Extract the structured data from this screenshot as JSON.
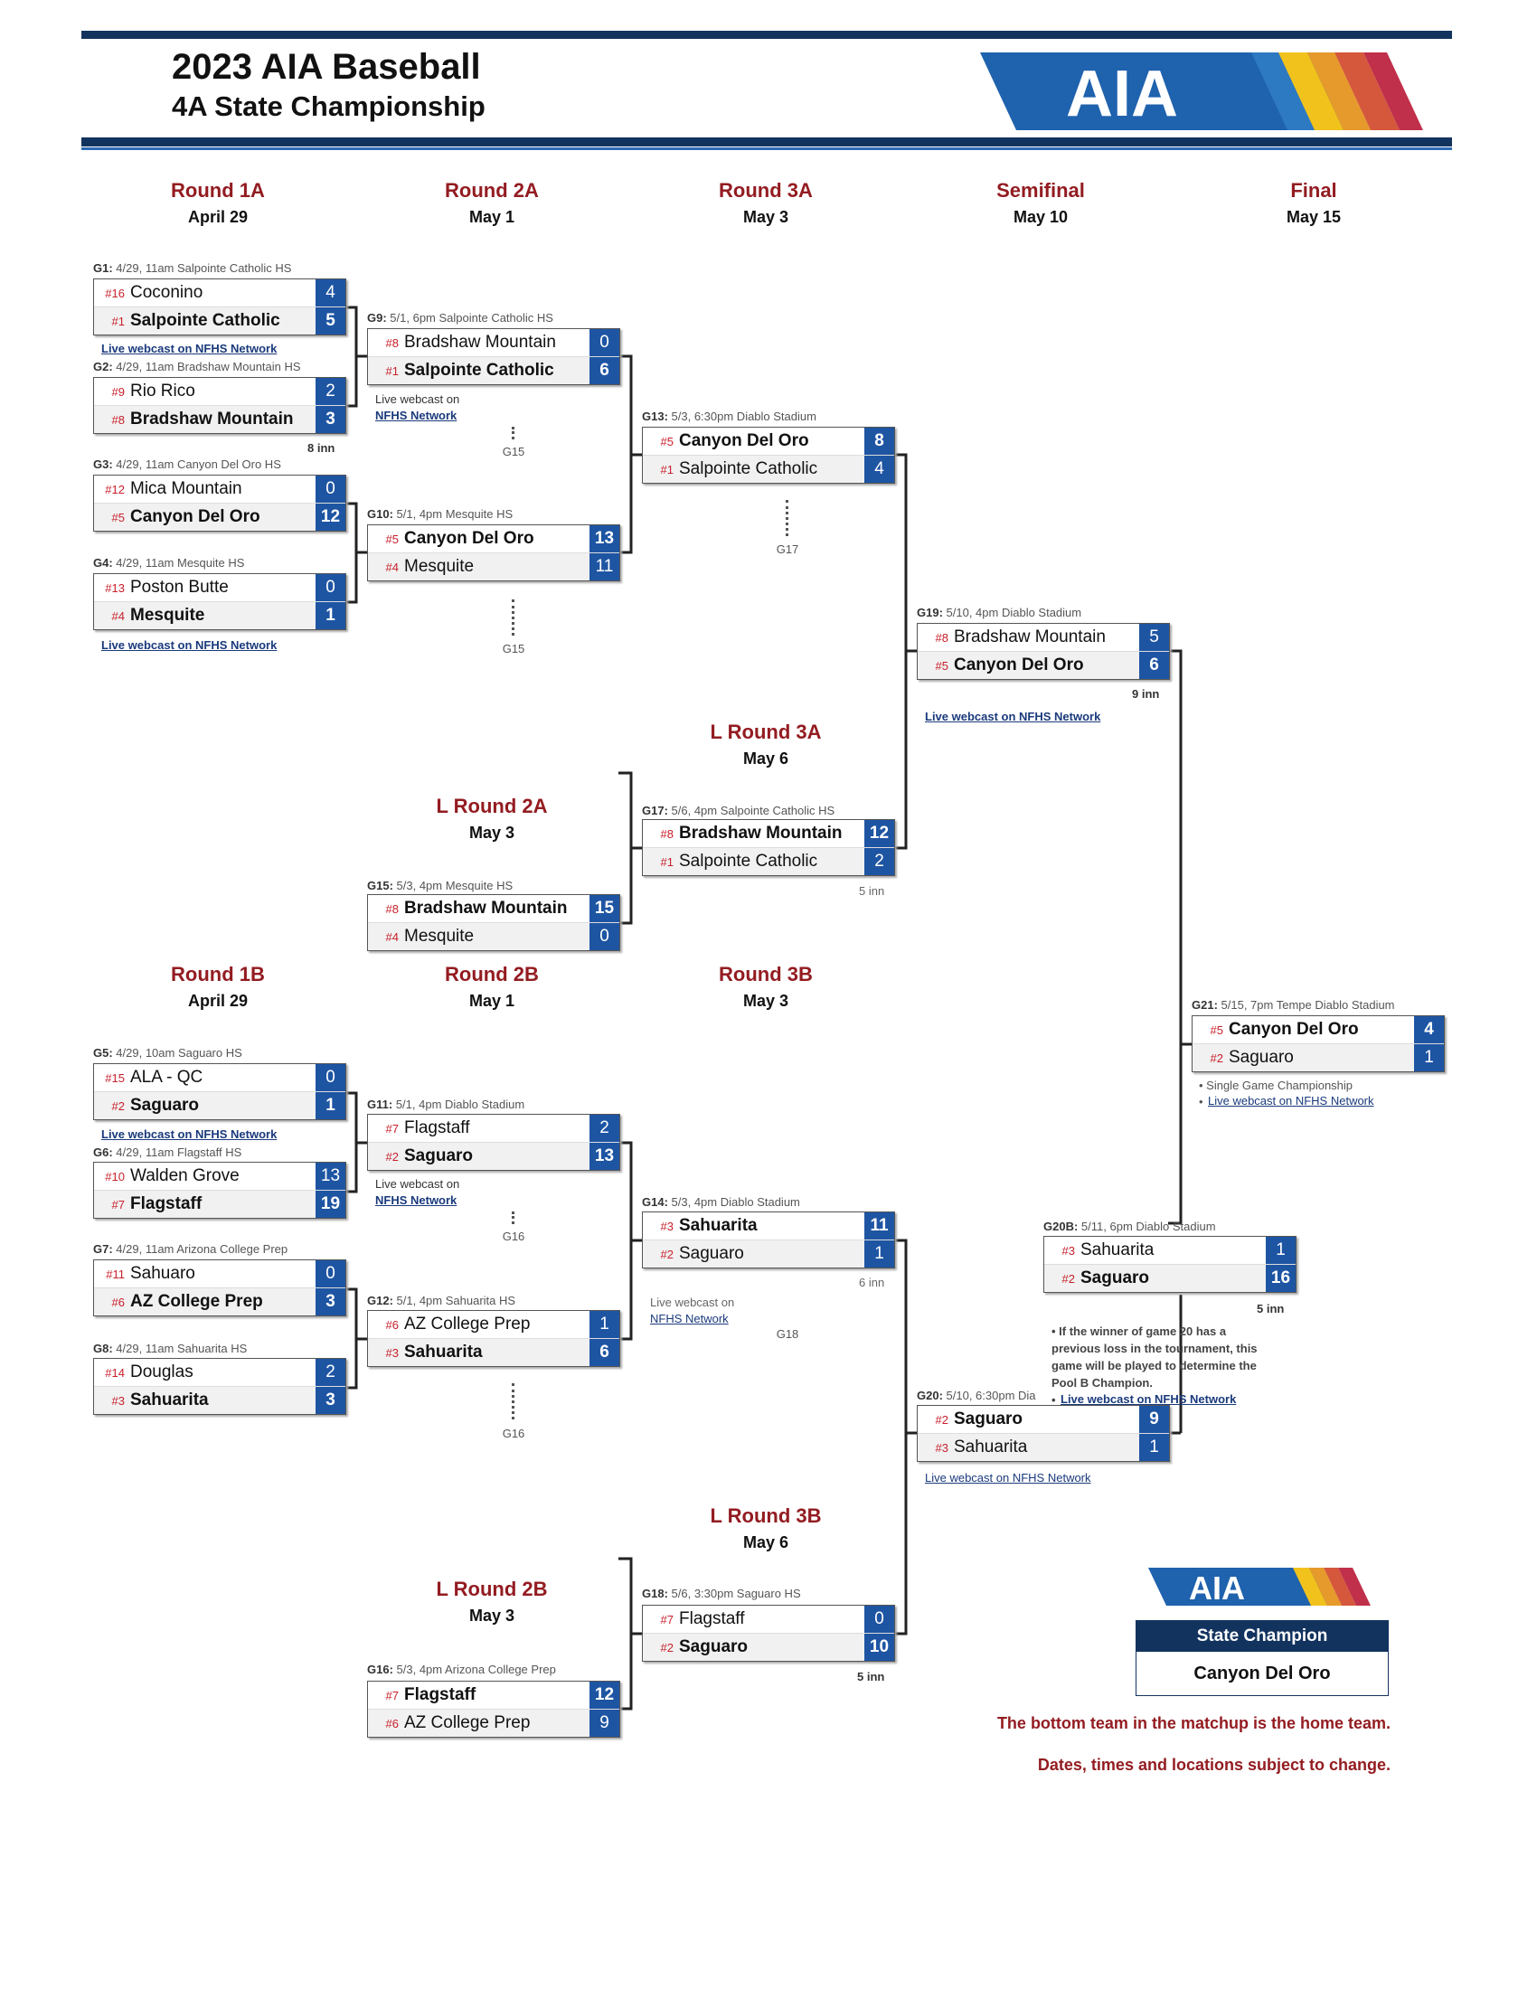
{
  "header": {
    "title": "2023 AIA Baseball",
    "subtitle": "4A State Championship",
    "logo_text": "AIA"
  },
  "colors": {
    "navy": "#13335f",
    "score_blue": "#1e55a3",
    "maroon": "#931c21",
    "seed_red": "#c8202b"
  },
  "rounds": [
    {
      "name": "Round 1A",
      "date": "April 29"
    },
    {
      "name": "Round 2A",
      "date": "May 1"
    },
    {
      "name": "Round 3A",
      "date": "May 3"
    },
    {
      "name": "Semifinal",
      "date": "May 10"
    },
    {
      "name": "Final",
      "date": "May 15"
    },
    {
      "name": "L Round 3A",
      "date": "May 6"
    },
    {
      "name": "L Round 2A",
      "date": "May 3"
    },
    {
      "name": "Round 1B",
      "date": "April 29"
    },
    {
      "name": "Round 2B",
      "date": "May 1"
    },
    {
      "name": "Round 3B",
      "date": "May 3"
    },
    {
      "name": "L Round 3B",
      "date": "May 6"
    },
    {
      "name": "L Round 2B",
      "date": "May 3"
    }
  ],
  "games": [
    {
      "id": "G1:",
      "info": "4/29, 11am Salpointe Catholic HS",
      "teams": [
        {
          "seed": "#16",
          "name": "Coconino",
          "score": "4",
          "win": false
        },
        {
          "seed": "#1",
          "name": "Salpointe Catholic",
          "score": "5",
          "win": true
        }
      ]
    },
    {
      "id": "G2:",
      "info": "4/29, 11am Bradshaw Mountain HS",
      "teams": [
        {
          "seed": "#9",
          "name": "Rio Rico",
          "score": "2",
          "win": false
        },
        {
          "seed": "#8",
          "name": "Bradshaw Mountain",
          "score": "3",
          "win": true
        }
      ]
    },
    {
      "id": "G3:",
      "info": "4/29, 11am Canyon Del Oro HS",
      "teams": [
        {
          "seed": "#12",
          "name": "Mica Mountain",
          "score": "0",
          "win": false
        },
        {
          "seed": "#5",
          "name": "Canyon Del Oro",
          "score": "12",
          "win": true
        }
      ]
    },
    {
      "id": "G4:",
      "info": "4/29, 11am Mesquite HS",
      "teams": [
        {
          "seed": "#13",
          "name": "Poston Butte",
          "score": "0",
          "win": false
        },
        {
          "seed": "#4",
          "name": "Mesquite",
          "score": "1",
          "win": true
        }
      ]
    },
    {
      "id": "G9:",
      "info": "5/1, 6pm Salpointe Catholic HS",
      "teams": [
        {
          "seed": "#8",
          "name": "Bradshaw Mountain",
          "score": "0",
          "win": false
        },
        {
          "seed": "#1",
          "name": "Salpointe Catholic",
          "score": "6",
          "win": true
        }
      ]
    },
    {
      "id": "G10:",
      "info": "5/1, 4pm Mesquite HS",
      "teams": [
        {
          "seed": "#5",
          "name": "Canyon Del Oro",
          "score": "13",
          "win": true
        },
        {
          "seed": "#4",
          "name": "Mesquite",
          "score": "11",
          "win": false
        }
      ]
    },
    {
      "id": "G13:",
      "info": "5/3, 6:30pm Diablo Stadium",
      "teams": [
        {
          "seed": "#5",
          "name": "Canyon Del Oro",
          "score": "8",
          "win": true
        },
        {
          "seed": "#1",
          "name": "Salpointe Catholic",
          "score": "4",
          "win": false
        }
      ]
    },
    {
      "id": "G19:",
      "info": "5/10, 4pm Diablo Stadium",
      "teams": [
        {
          "seed": "#8",
          "name": "Bradshaw Mountain",
          "score": "5",
          "win": false
        },
        {
          "seed": "#5",
          "name": "Canyon Del Oro",
          "score": "6",
          "win": true
        }
      ]
    },
    {
      "id": "G17:",
      "info": "5/6, 4pm Salpointe Catholic HS",
      "teams": [
        {
          "seed": "#8",
          "name": "Bradshaw Mountain",
          "score": "12",
          "win": true
        },
        {
          "seed": "#1",
          "name": "Salpointe Catholic",
          "score": "2",
          "win": false
        }
      ]
    },
    {
      "id": "G15:",
      "info": "5/3, 4pm Mesquite HS",
      "teams": [
        {
          "seed": "#8",
          "name": "Bradshaw Mountain",
          "score": "15",
          "win": true
        },
        {
          "seed": "#4",
          "name": "Mesquite",
          "score": "0",
          "win": false
        }
      ]
    },
    {
      "id": "G21:",
      "info": "5/15, 7pm Tempe Diablo Stadium",
      "teams": [
        {
          "seed": "#5",
          "name": "Canyon Del Oro",
          "score": "4",
          "win": true
        },
        {
          "seed": "#2",
          "name": "Saguaro",
          "score": "1",
          "win": false
        }
      ]
    },
    {
      "id": "G5:",
      "info": "4/29, 10am Saguaro HS",
      "teams": [
        {
          "seed": "#15",
          "name": "ALA - QC",
          "score": "0",
          "win": false
        },
        {
          "seed": "#2",
          "name": "Saguaro",
          "score": "1",
          "win": true
        }
      ]
    },
    {
      "id": "G6:",
      "info": "4/29, 11am Flagstaff HS",
      "teams": [
        {
          "seed": "#10",
          "name": "Walden Grove",
          "score": "13",
          "win": false
        },
        {
          "seed": "#7",
          "name": "Flagstaff",
          "score": "19",
          "win": true
        }
      ]
    },
    {
      "id": "G7:",
      "info": "4/29, 11am Arizona College Prep",
      "teams": [
        {
          "seed": "#11",
          "name": "Sahuaro",
          "score": "0",
          "win": false
        },
        {
          "seed": "#6",
          "name": "AZ College Prep",
          "score": "3",
          "win": true
        }
      ]
    },
    {
      "id": "G8:",
      "info": "4/29, 11am Sahuarita HS",
      "teams": [
        {
          "seed": "#14",
          "name": "Douglas",
          "score": "2",
          "win": false
        },
        {
          "seed": "#3",
          "name": "Sahuarita",
          "score": "3",
          "win": true
        }
      ]
    },
    {
      "id": "G11:",
      "info": "5/1, 4pm Diablo Stadium",
      "teams": [
        {
          "seed": "#7",
          "name": "Flagstaff",
          "score": "2",
          "win": false
        },
        {
          "seed": "#2",
          "name": "Saguaro",
          "score": "13",
          "win": true
        }
      ]
    },
    {
      "id": "G12:",
      "info": "5/1, 4pm Sahuarita HS",
      "teams": [
        {
          "seed": "#6",
          "name": "AZ College Prep",
          "score": "1",
          "win": false
        },
        {
          "seed": "#3",
          "name": "Sahuarita",
          "score": "6",
          "win": true
        }
      ]
    },
    {
      "id": "G14:",
      "info": "5/3, 4pm Diablo Stadium",
      "teams": [
        {
          "seed": "#3",
          "name": "Sahuarita",
          "score": "11",
          "win": true
        },
        {
          "seed": "#2",
          "name": "Saguaro",
          "score": "1",
          "win": false
        }
      ]
    },
    {
      "id": "G20B:",
      "info": "5/11, 6pm Diablo Stadium",
      "teams": [
        {
          "seed": "#3",
          "name": "Sahuarita",
          "score": "1",
          "win": false
        },
        {
          "seed": "#2",
          "name": "Saguaro",
          "score": "16",
          "win": true
        }
      ]
    },
    {
      "id": "G20:",
      "info": "5/10, 6:30pm Dia",
      "teams": [
        {
          "seed": "#2",
          "name": "Saguaro",
          "score": "9",
          "win": true
        },
        {
          "seed": "#3",
          "name": "Sahuarita",
          "score": "1",
          "win": false
        }
      ]
    },
    {
      "id": "G18:",
      "info": "5/6, 3:30pm Saguaro HS",
      "teams": [
        {
          "seed": "#7",
          "name": "Flagstaff",
          "score": "0",
          "win": false
        },
        {
          "seed": "#2",
          "name": "Saguaro",
          "score": "10",
          "win": true
        }
      ]
    },
    {
      "id": "G16:",
      "info": "5/3, 4pm Arizona College Prep",
      "teams": [
        {
          "seed": "#7",
          "name": "Flagstaff",
          "score": "12",
          "win": true
        },
        {
          "seed": "#6",
          "name": "AZ College Prep",
          "score": "9",
          "win": false
        }
      ]
    }
  ],
  "webcast": {
    "full": "Live webcast on NFHS Network",
    "line1": "Live webcast on",
    "line2": "NFHS Network"
  },
  "innings": {
    "i8": "8 inn",
    "i9": "9 inn",
    "i5": "5 inn",
    "i6": "6 inn"
  },
  "refs": {
    "g15": "G15",
    "g16": "G16",
    "g17": "G17",
    "g18": "G18"
  },
  "final_notes": {
    "single": "• Single Game Championship",
    "webcast": "Live webcast on NFHS Network",
    "bullet": "•"
  },
  "g20b_note": {
    "l1": "• If the winner of game 20 has a",
    "l2": "previous loss in the tournament, this",
    "l3": "game will be played to determine the",
    "l4": "Pool B Champion.",
    "bullet": "•"
  },
  "champion": {
    "label": "State Champion",
    "name": "Canyon Del Oro"
  },
  "footer": {
    "home": "The bottom team in the matchup is the home team.",
    "dates": "Dates, times and locations subject to change."
  }
}
